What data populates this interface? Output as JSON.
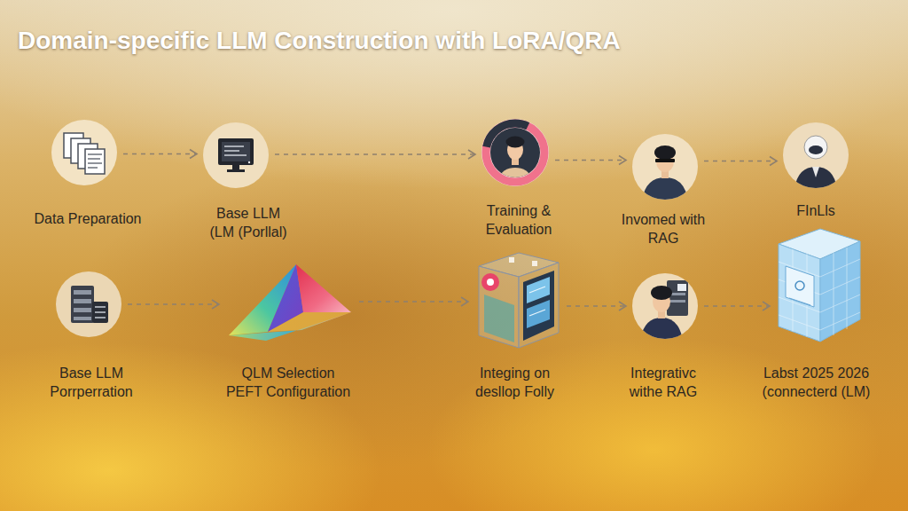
{
  "diagram": {
    "title": "Domain-specific LLM Construction with LoRA/QRA",
    "nodes": [
      {
        "text": [
          "Data Preparation"
        ]
      },
      {
        "text": [
          "Base LLM (LM (Porllal)"
        ]
      },
      {
        "text": [
          "Training & Evaluation"
        ]
      },
      {
        "text": [
          "Invomed with RAG"
        ]
      },
      {
        "text": [
          "FInLls"
        ]
      },
      {
        "text": [
          "Base LLM Porrperration"
        ]
      },
      {
        "text": [
          "QLM Selection PEFT Configuration"
        ]
      },
      {
        "text": [
          "Integing on desllop Folly"
        ]
      },
      {
        "text": [
          "Integrativc withe RAG"
        ]
      },
      {
        "text": [
          "Labst 2025 2026 (connecterd (LM)"
        ]
      }
    ],
    "edges": [
      {
        "from": 0,
        "to": 1,
        "arrow": "to"
      },
      {
        "from": 1,
        "to": 2,
        "arrow": "to"
      },
      {
        "from": 2,
        "to": 3,
        "arrow": "to"
      },
      {
        "from": 3,
        "to": 4,
        "arrow": "to"
      },
      {
        "from": 5,
        "to": 6,
        "arrow": "to"
      },
      {
        "from": 6,
        "to": 7,
        "arrow": "to"
      },
      {
        "from": 7,
        "to": 8,
        "arrow": "to"
      },
      {
        "from": 8,
        "to": 9,
        "arrow": "to"
      }
    ]
  }
}
